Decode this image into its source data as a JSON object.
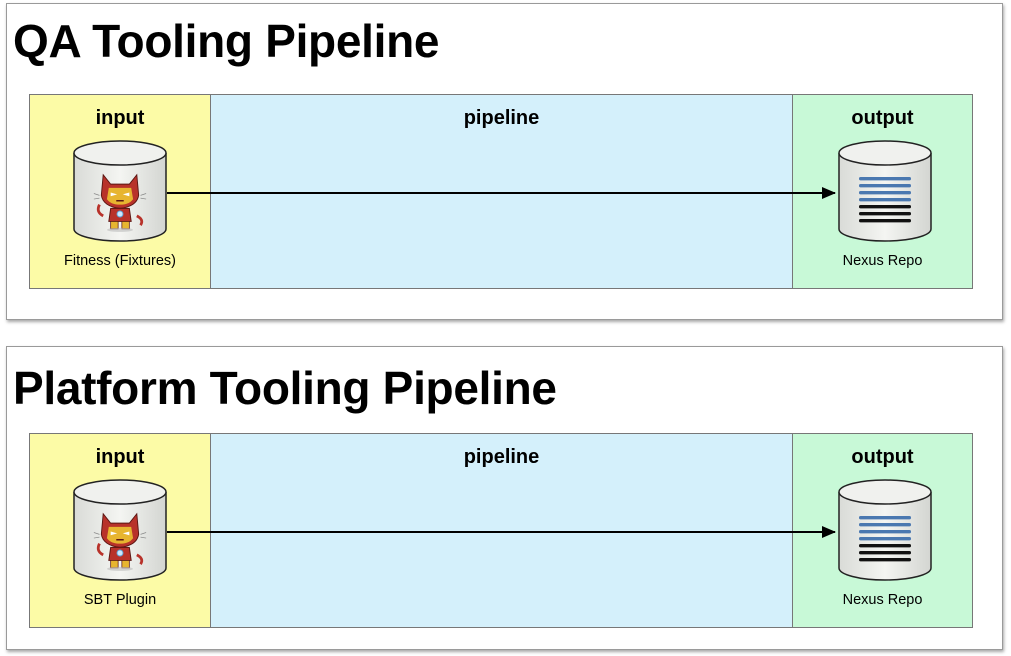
{
  "pipelines": [
    {
      "title": "QA Tooling Pipeline",
      "lanes": {
        "input": "input",
        "pipeline": "pipeline",
        "output": "output"
      },
      "source": {
        "label": "Fitness (Fixtures)",
        "icon": "ironman-octocat-icon"
      },
      "target": {
        "label": "Nexus Repo",
        "icon": "nexus-stack-icon"
      }
    },
    {
      "title": "Platform Tooling Pipeline",
      "lanes": {
        "input": "input",
        "pipeline": "pipeline",
        "output": "output"
      },
      "source": {
        "label": "SBT Plugin",
        "icon": "ironman-octocat-icon"
      },
      "target": {
        "label": "Nexus Repo",
        "icon": "nexus-stack-icon"
      }
    }
  ],
  "colors": {
    "input_lane": "#fcfba6",
    "pipeline_lane": "#d4f0fb",
    "output_lane": "#c8f9d7",
    "nexus_blue": "#4a78b0",
    "nexus_black": "#111111"
  }
}
